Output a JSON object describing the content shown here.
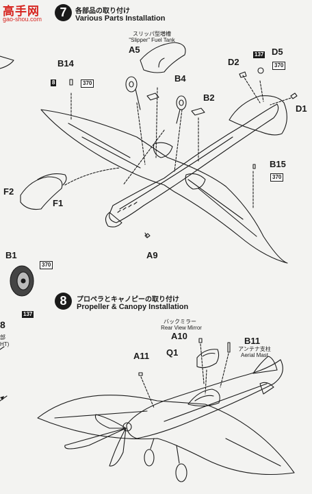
{
  "watermark": {
    "logo_text": "高手网",
    "url_text": "gao-shou.com"
  },
  "step7": {
    "number": "7",
    "title_jp": "各部品の取り付け",
    "title_en": "Various Parts Installation",
    "tank_label_jp": "スリッパ型増槽",
    "tank_label_en": "\"Slipper\" Fuel Tank"
  },
  "step8": {
    "number": "8",
    "title_jp": "プロペラとキャノピーの取り付け",
    "title_en": "Propeller & Canopy Installation",
    "mirror_label_jp": "バックミラー",
    "mirror_label_en": "Rear View Mirror",
    "mast_label_jp": "アンテナ支柱",
    "mast_label_en": "Aerial Mast"
  },
  "parts": {
    "a5": "A5",
    "b4": "B4",
    "b2": "B2",
    "b14": "B14",
    "d2": "D2",
    "d5": "D5",
    "d1": "D1",
    "b15": "B15",
    "f2": "F2",
    "f1": "F1",
    "a9": "A9",
    "b1": "B1",
    "a10": "A10",
    "b11": "B11",
    "q1": "Q1",
    "a11": "A11"
  },
  "paint_codes": {
    "b14_left": "8",
    "b14_right": "370",
    "d5_left": "137",
    "d5_right": "370",
    "b15": "370",
    "b1_top": "370",
    "b1_bottom": "137"
  },
  "left_edge": {
    "num": "8",
    "jp_frag": "部",
    "en_frag": "HT)"
  }
}
